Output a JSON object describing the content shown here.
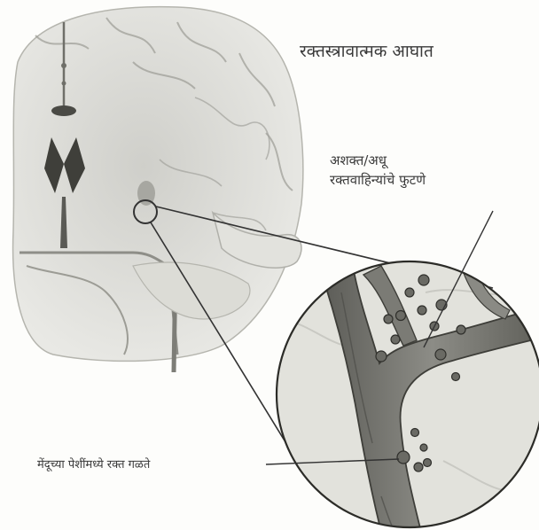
{
  "labels": {
    "title": "रक्तस्त्रावात्मक आघात",
    "rupture_line1": "अशक्त/अधू",
    "rupture_line2": "रक्तवाहिन्यांचे फुटणे",
    "blood_leak": "मेंदूच्या पेशींमध्ये रक्त गळते"
  }
}
